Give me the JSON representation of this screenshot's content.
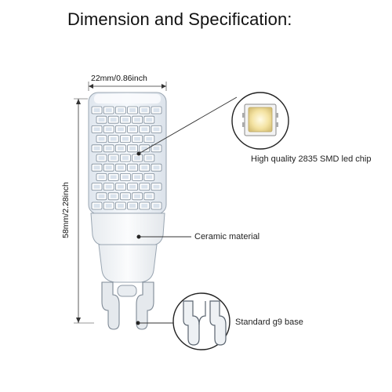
{
  "title": "Dimension and Specification:",
  "dimensions": {
    "width_label": "22mm/0.86inch",
    "height_label": "58mm/2.28inch"
  },
  "callouts": {
    "chip": "High quality 2835 SMD led chip",
    "ceramic": "Ceramic material",
    "base": "Standard g9 base"
  },
  "colors": {
    "text": "#111111",
    "led": "#ffffff",
    "bulb_body": "#eef3f8",
    "outline": "#555555"
  }
}
